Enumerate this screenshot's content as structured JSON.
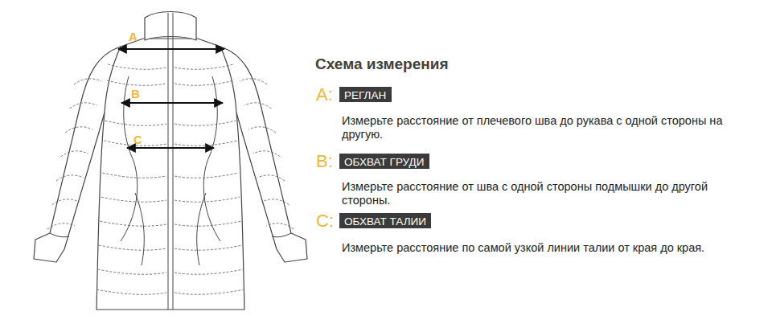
{
  "diagram": {
    "title": "Схема измерения",
    "nodes": [
      {
        "text": [
          "РЕГЛАН"
        ]
      },
      {
        "text": [
          "ОБХВАТ ГРУДИ"
        ]
      },
      {
        "text": [
          "ОБХВАТ ТАЛИИ"
        ]
      }
    ],
    "labels": [
      "A",
      "B",
      "C",
      "A:",
      "Измерьте расстояние от плечевого шва до рукава с одной стороны на другую.",
      "B:",
      "Измерьте расстояние от шва с одной стороны подмышки до другой стороны.",
      "C:",
      "Измерьте расстояние по самой узкой линии талии от края до края."
    ]
  }
}
